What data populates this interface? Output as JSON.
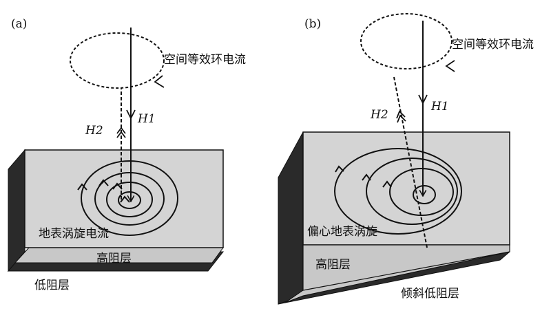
{
  "panel_a": {
    "label": "(a)",
    "loop_label": "空间等效环电流",
    "h1": "H1",
    "h2": "H2",
    "surface_label": "地表涡旋电流",
    "top_layer_label": "高阻层",
    "bottom_layer_label": "低阻层"
  },
  "panel_b": {
    "label": "(b)",
    "loop_label": "空间等效环电流",
    "h1": "H1",
    "h2": "H2",
    "surface_label": "偏心地表涡旋",
    "top_layer_label": "高阻层",
    "bottom_layer_label": "倾斜低阻层"
  },
  "colors": {
    "surface": "#d4d4d4",
    "side_dark": "#2a2a2a",
    "line": "#111111"
  }
}
